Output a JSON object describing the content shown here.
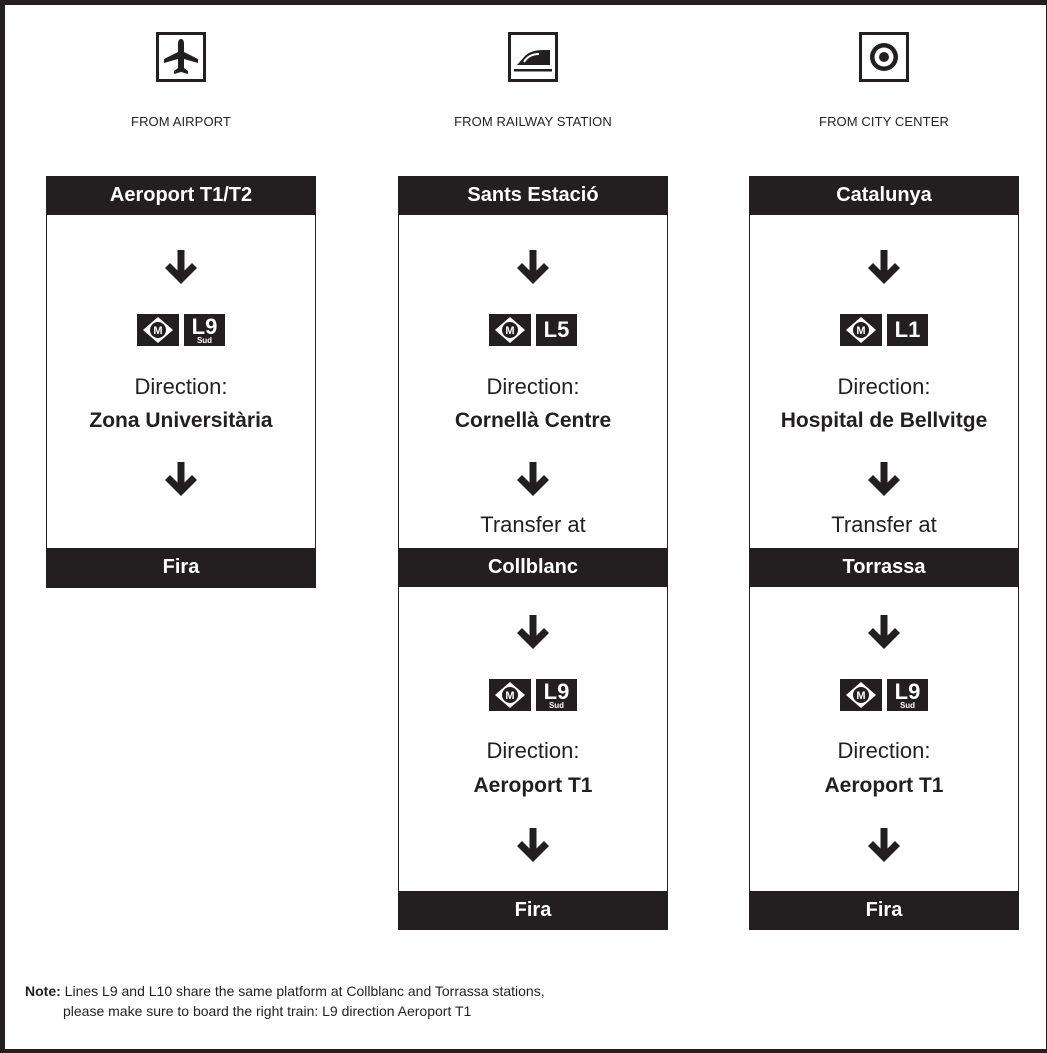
{
  "columns": [
    {
      "from_label": "FROM AIRPORT",
      "icon": "airplane-icon",
      "origin": "Aeroport T1/T2",
      "legs": [
        {
          "line": "L9",
          "line_sub": "Sud",
          "direction_label": "Direction:",
          "direction": "Zona Universitària"
        }
      ],
      "transfer_label": "",
      "transfer": "",
      "destination": "Fira"
    },
    {
      "from_label": "FROM RAILWAY STATION",
      "icon": "train-icon",
      "origin": "Sants Estació",
      "legs": [
        {
          "line": "L5",
          "line_sub": "",
          "direction_label": "Direction:",
          "direction": "Cornellà Centre"
        },
        {
          "line": "L9",
          "line_sub": "Sud",
          "direction_label": "Direction:",
          "direction": "Aeroport T1"
        }
      ],
      "transfer_label": "Transfer at",
      "transfer": "Collblanc",
      "destination": "Fira"
    },
    {
      "from_label": "FROM CITY CENTER",
      "icon": "city-center-icon",
      "origin": "Catalunya",
      "legs": [
        {
          "line": "L1",
          "line_sub": "",
          "direction_label": "Direction:",
          "direction": "Hospital de Bellvitge"
        },
        {
          "line": "L9",
          "line_sub": "Sud",
          "direction_label": "Direction:",
          "direction": "Aeroport T1"
        }
      ],
      "transfer_label": "Transfer at",
      "transfer": "Torrassa",
      "destination": "Fira"
    }
  ],
  "metro_logo_letter": "M",
  "note": {
    "label": "Note:",
    "line1": "Lines L9 and L10 share the same platform at Collblanc and Torrassa stations,",
    "line2": "please make sure to board the right train: L9 direction Aeroport T1"
  },
  "colors": {
    "ink": "#231f20",
    "background": "#ffffff"
  }
}
